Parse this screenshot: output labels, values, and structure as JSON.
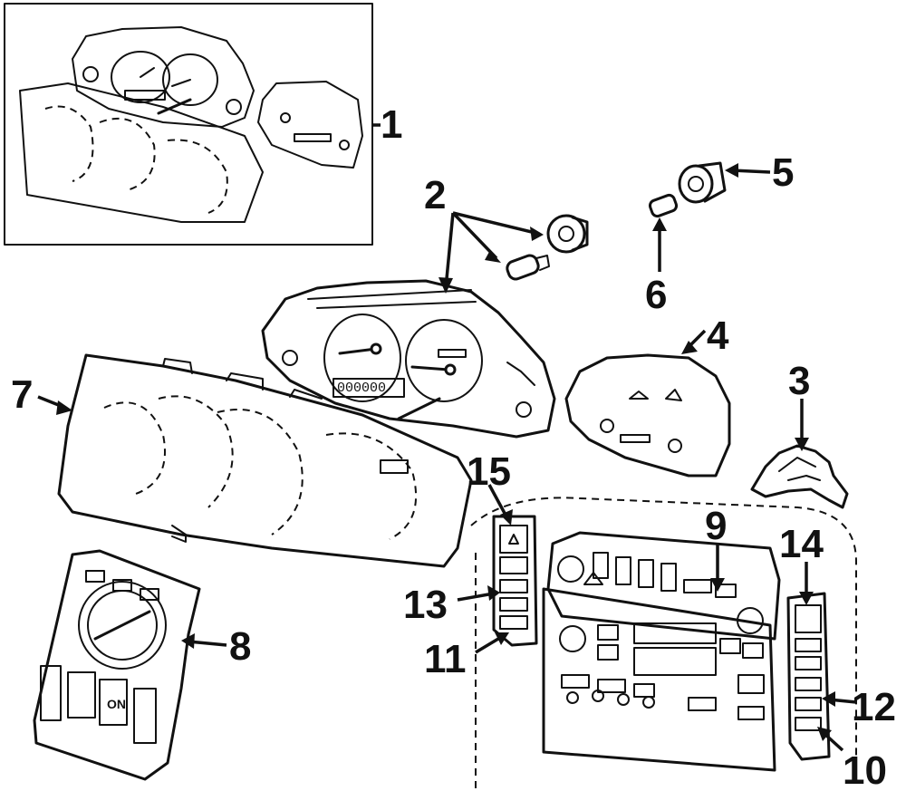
{
  "callouts": {
    "c1": "1",
    "c2": "2",
    "c3": "3",
    "c4": "4",
    "c5": "5",
    "c6": "6",
    "c7": "7",
    "c8": "8",
    "c9": "9",
    "c10": "10",
    "c11": "11",
    "c12": "12",
    "c13": "13",
    "c14": "14",
    "c15": "15"
  },
  "odometer_text": "000000"
}
